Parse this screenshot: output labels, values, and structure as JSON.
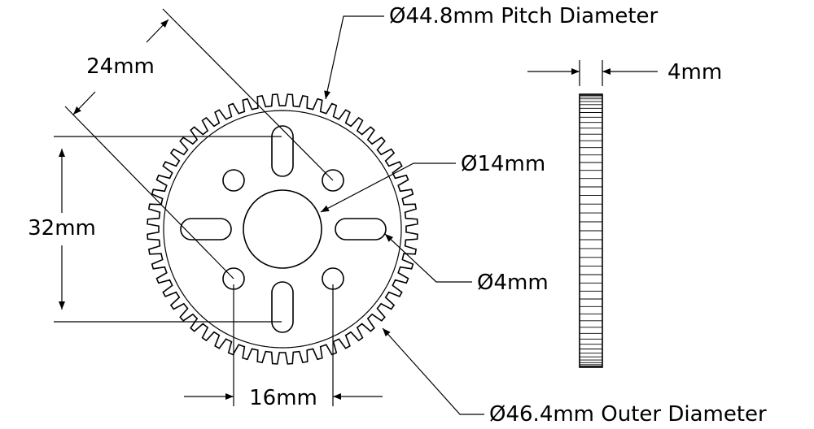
{
  "labels": {
    "pitch_diameter": "Ø44.8mm Pitch Diameter",
    "outer_diameter": "Ø46.4mm Outer Diameter",
    "bore": "Ø14mm",
    "hole": "Ø4mm",
    "thickness": "4mm",
    "pattern_diag": "24mm",
    "pattern_vertical": "32mm",
    "pattern_horizontal": "16mm"
  },
  "gear": {
    "teeth": 56,
    "outer_diameter_mm": 46.4,
    "pitch_diameter_mm": 44.8,
    "bore_diameter_mm": 14,
    "hole_diameter_mm": 4,
    "thickness_mm": 4
  },
  "colors": {
    "line": "#000000",
    "background": "#ffffff"
  }
}
